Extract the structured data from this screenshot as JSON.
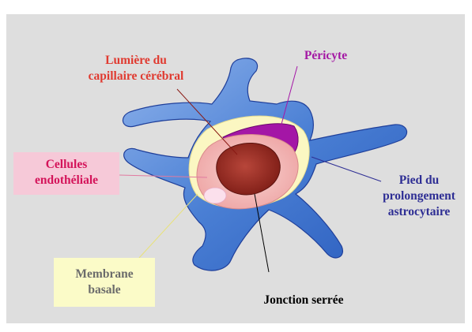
{
  "labels": {
    "lumiere": {
      "line1": "Lumière du",
      "line2": "capillaire cérébral",
      "color": "#e03a30"
    },
    "pericyte": {
      "text": "Péricyte",
      "color": "#a418a4"
    },
    "cellules": {
      "line1": "Cellules",
      "line2": "endothéliale",
      "color": "#d4145a"
    },
    "pied": {
      "line1": "Pied du",
      "line2": "prolongement",
      "line3": "astrocytaire",
      "color": "#2e2e94"
    },
    "membrane": {
      "line1": "Membrane",
      "line2": "basale",
      "color": "#6b6b6b"
    },
    "jonction": {
      "text": "Jonction serrée",
      "color": "#000000"
    }
  },
  "colors": {
    "panel": "#dedede",
    "astrocyte": "#4a7fd4",
    "astrocyte_edge": "#1f3f9a",
    "basement": "#fbf7c2",
    "pericyte": "#a416a6",
    "endothelium": "#f3b6b4",
    "lumen": "#9c2c22"
  }
}
